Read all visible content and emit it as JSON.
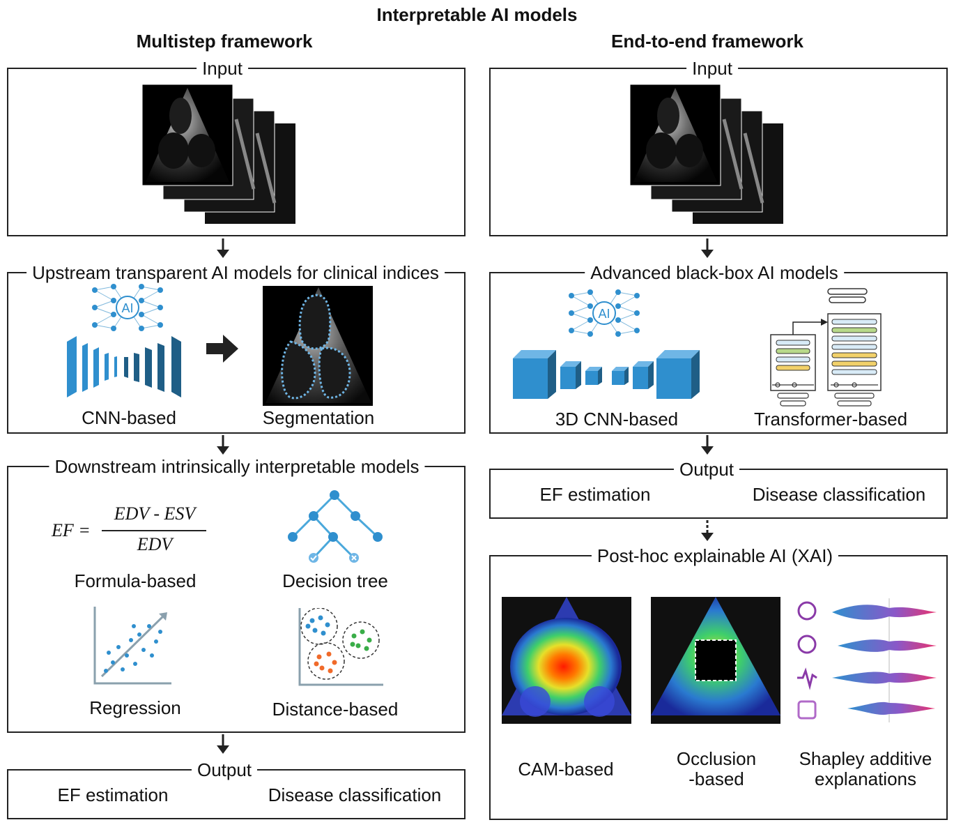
{
  "title": "Interpretable AI models",
  "left": {
    "heading": "Multistep framework",
    "input_label": "Input",
    "upstream_label": "Upstream transparent AI models for clinical indices",
    "upstream_items": {
      "cnn": "CNN-based",
      "segmentation": "Segmentation"
    },
    "downstream_label": "Downstream intrinsically interpretable models",
    "downstream_items": {
      "formula": "Formula-based",
      "tree": "Decision tree",
      "regression": "Regression",
      "distance": "Distance-based"
    },
    "formula": {
      "lhs": "EF =",
      "numerator": "EDV - ESV",
      "denominator": "EDV"
    },
    "output_label": "Output",
    "output_items": {
      "ef": "EF estimation",
      "disease": "Disease classification"
    }
  },
  "right": {
    "heading": "End-to-end framework",
    "input_label": "Input",
    "models_label": "Advanced black-box AI models",
    "model_items": {
      "cnn3d": "3D CNN-based",
      "transformer": "Transformer-based"
    },
    "output_label": "Output",
    "output_items": {
      "ef": "EF estimation",
      "disease": "Disease classification"
    },
    "xai_label": "Post-hoc explainable AI (XAI)",
    "xai_items": {
      "cam": "CAM-based",
      "occlusion_1": "Occlusion",
      "occlusion_2": "-based",
      "shap_1": "Shapley additive",
      "shap_2": "explanations"
    }
  },
  "ai_badge": "AI",
  "colors": {
    "blue": "#2f8fce",
    "dark_blue": "#1f5e86",
    "light_blue": "#4aa8db",
    "green": "#3aad48",
    "orange": "#f06a2a",
    "pink": "#e8336f"
  }
}
